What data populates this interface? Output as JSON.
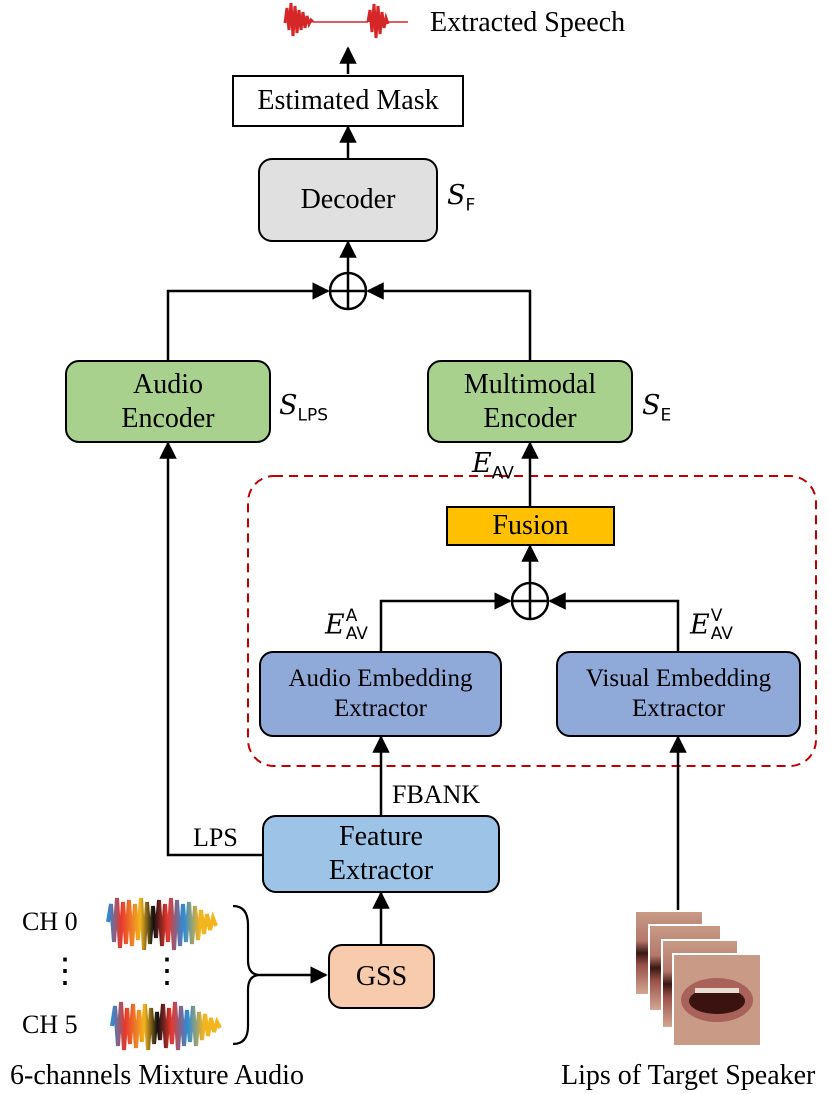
{
  "nodes": {
    "extracted_speech": "Extracted Speech",
    "estimated_mask": "Estimated Mask",
    "decoder": "Decoder",
    "audio_encoder": [
      "Audio",
      "Encoder"
    ],
    "multimodal_encoder": [
      "Multimodal",
      "Encoder"
    ],
    "fusion": "Fusion",
    "audio_embedding_extractor": [
      "Audio Embedding",
      "Extractor"
    ],
    "visual_embedding_extractor": [
      "Visual Embedding",
      "Extractor"
    ],
    "feature_extractor": [
      "Feature",
      "Extractor"
    ],
    "gss": "GSS"
  },
  "symbols": {
    "s_f": {
      "base": "S",
      "sub": "F"
    },
    "s_lps": {
      "base": "S",
      "sub": "LPS"
    },
    "s_e": {
      "base": "S",
      "sub": "E"
    },
    "e_av": {
      "base": "E",
      "sub": "AV"
    },
    "e_av_a": {
      "base": "E",
      "sub": "AV",
      "sup": "A"
    },
    "e_av_v": {
      "base": "E",
      "sub": "AV",
      "sup": "V"
    }
  },
  "edge_labels": {
    "fbank": "FBANK",
    "lps": "LPS"
  },
  "channels": {
    "first": "CH 0",
    "last": "CH 5",
    "ellipsis": "⋮"
  },
  "captions": {
    "mixture": "6-channels Mixture Audio",
    "lips": "Lips of Target Speaker"
  },
  "colors": {
    "encoder_green": "#a9d18e",
    "decoder_gray": "#e0e0e0",
    "embedding_blue": "#8fa9d9",
    "feature_blue": "#9dc3e6",
    "fusion_orange": "#ffc000",
    "gss_peach": "#f8cbad",
    "dashed_region_red": "#c00000",
    "speech_wave_red": "#d62728"
  }
}
